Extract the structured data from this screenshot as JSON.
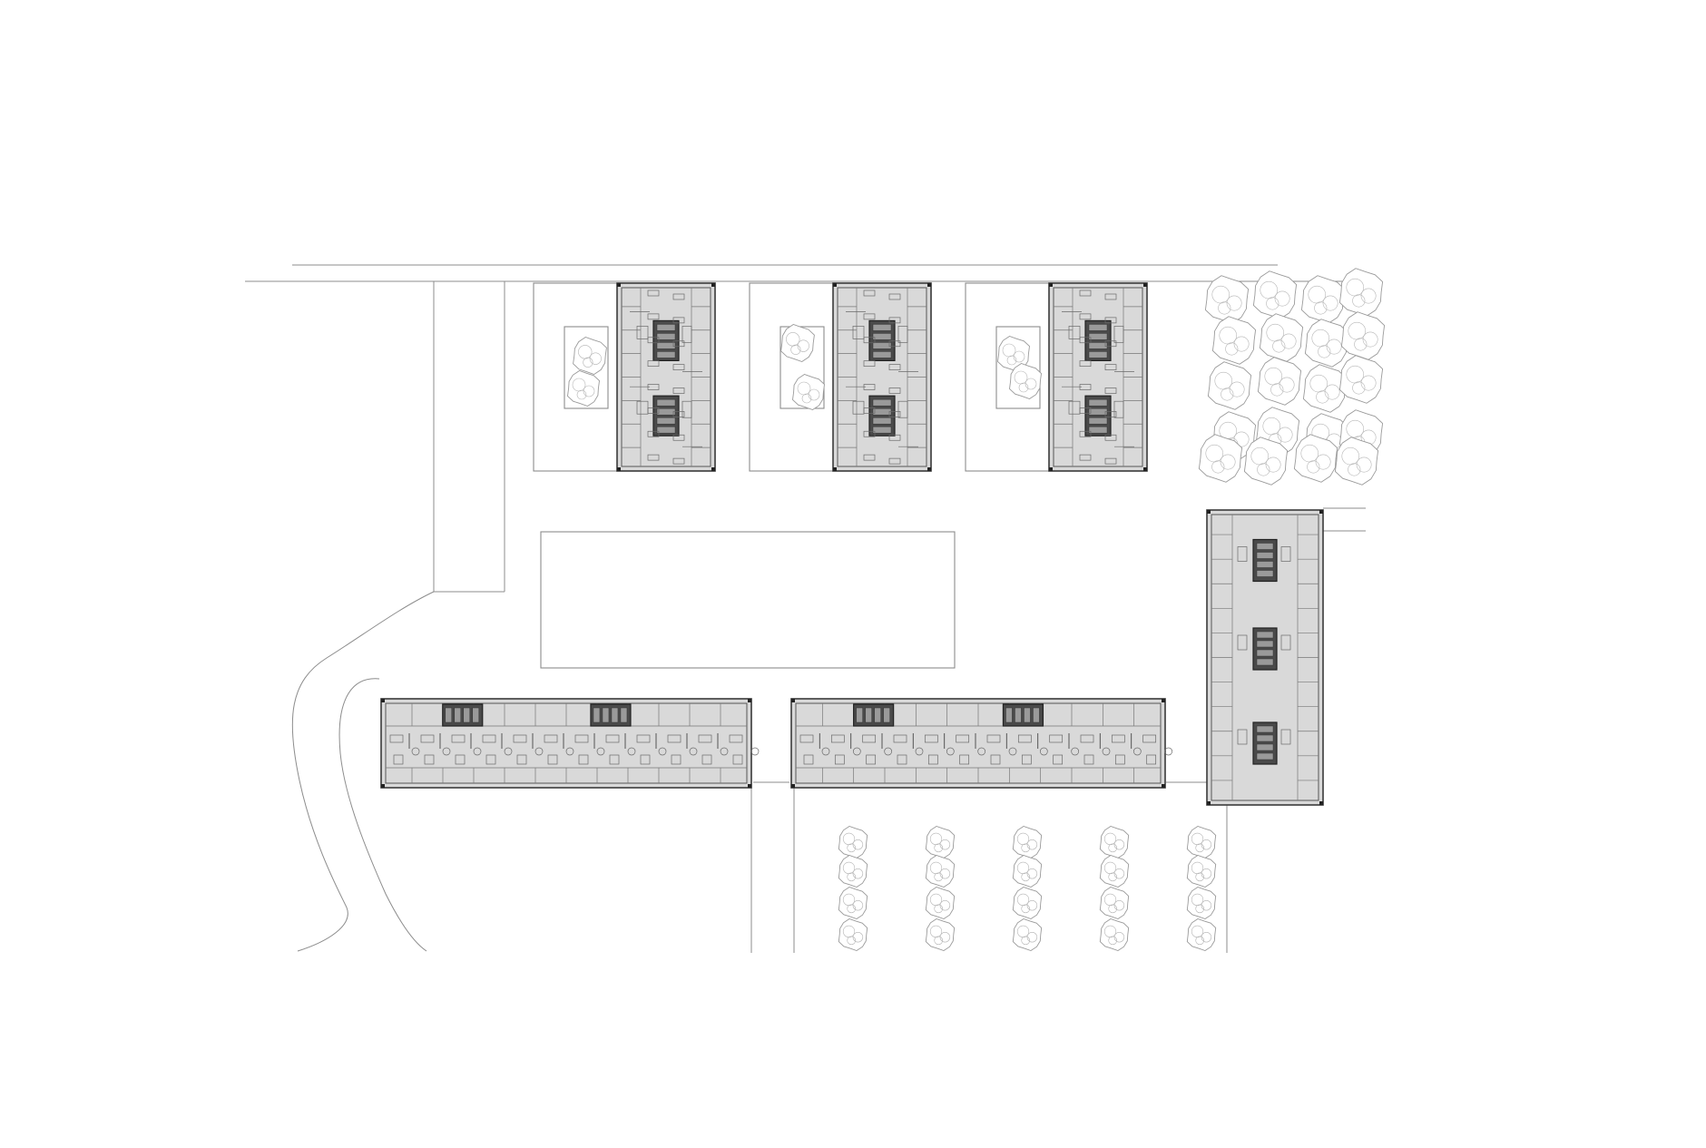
{
  "drawing": {
    "type": "site plan",
    "colors": {
      "background": "#ffffff",
      "building_fill": "#d9d9d9",
      "building_outline": "#3a3a3a",
      "core_fill": "#4a4a4a",
      "line": "#8c8c8c",
      "tree_outline": "#9a9a9a"
    },
    "elements": {
      "north_row_buildings": 3,
      "south_row_buildings": 2,
      "east_building": 1,
      "tree_rows_south": 5,
      "trees_per_south_row": 4,
      "east_tree_grove": true
    }
  }
}
